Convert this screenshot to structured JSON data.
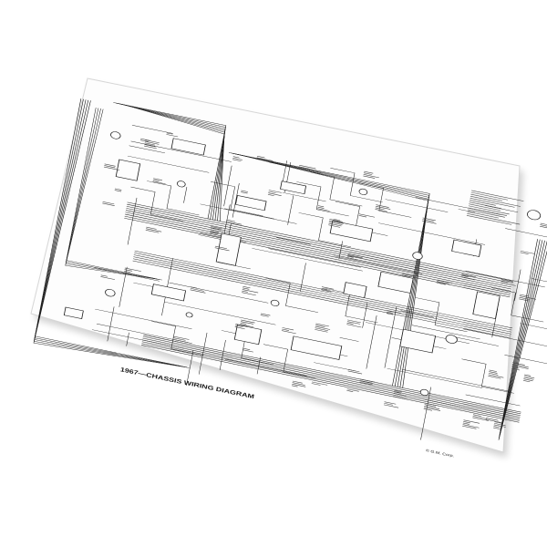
{
  "image": {
    "subject": "printed wiring diagram poster",
    "background_color": "#ffffff",
    "paper_color": "#fdfdfd",
    "ink_color": "#1a1a1a"
  },
  "poster": {
    "title": "1967—CHASSIS WIRING DIAGRAM",
    "copyright": "© G.M. Corp."
  }
}
